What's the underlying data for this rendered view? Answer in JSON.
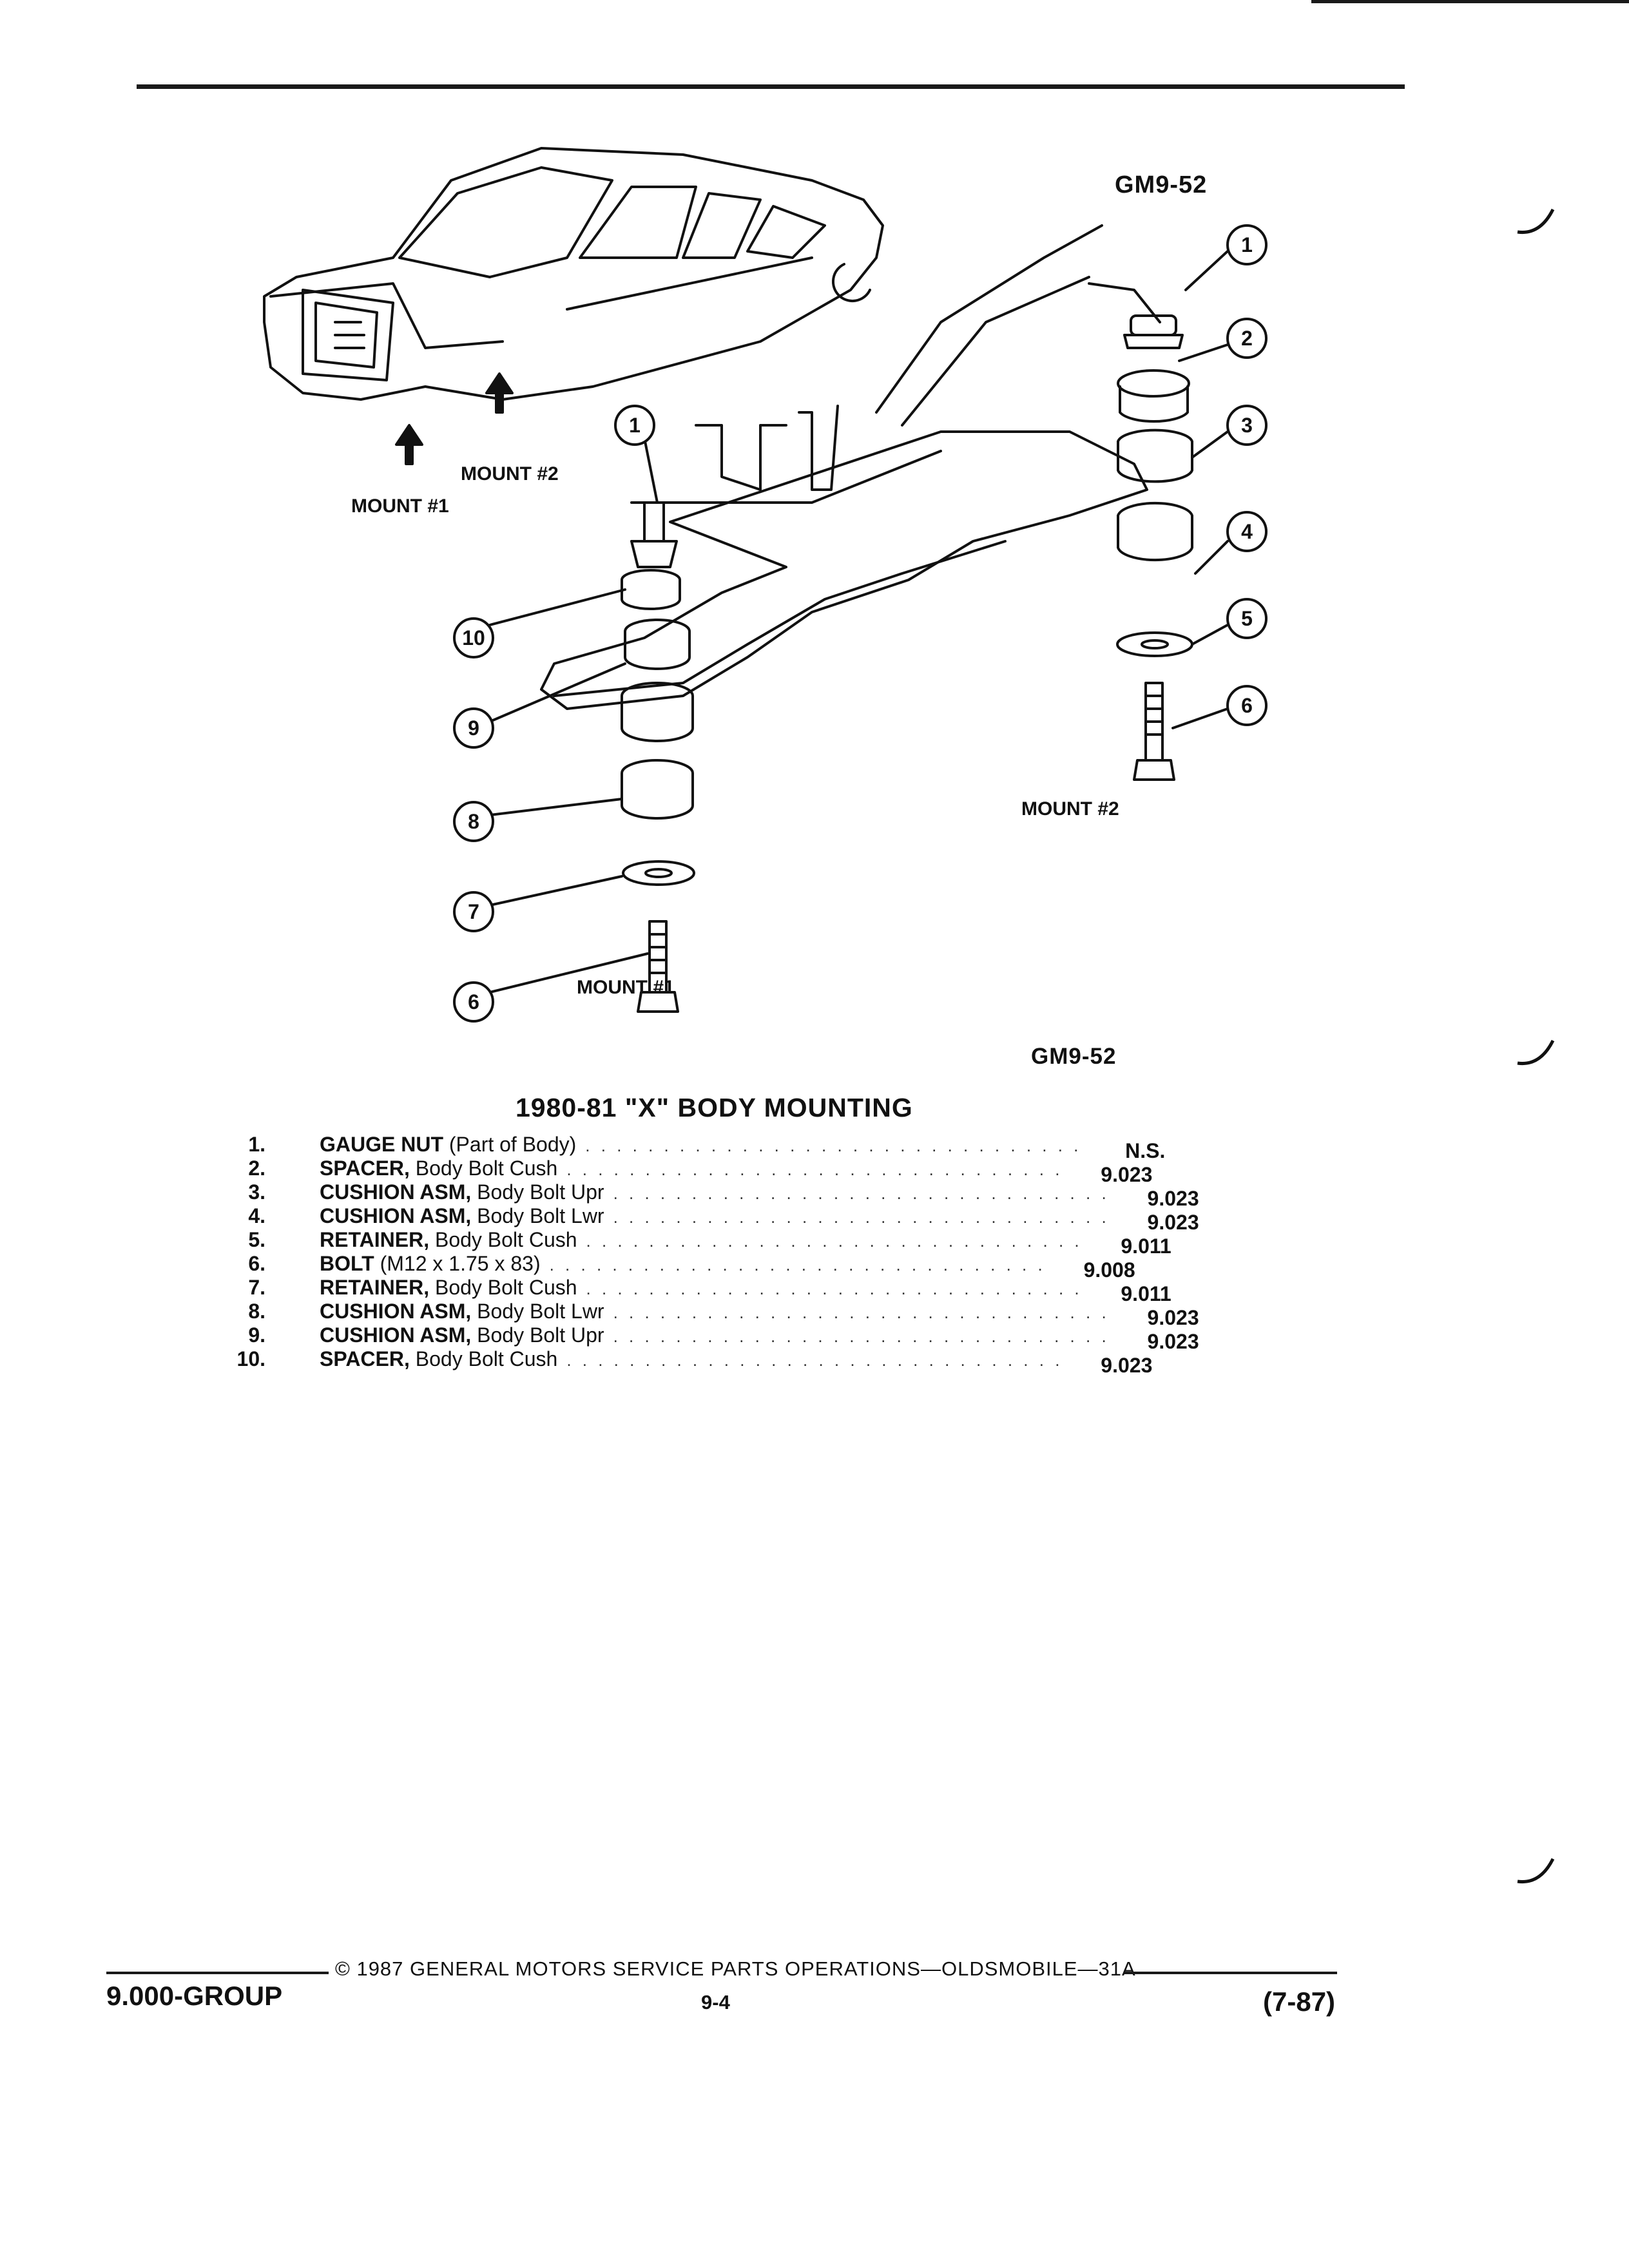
{
  "figure": {
    "code_top": "GM9-52",
    "code_bottom": "GM9-52",
    "labels": {
      "mount_1_overview": "MOUNT #1",
      "mount_2_overview": "MOUNT #2",
      "mount_1_exploded": "MOUNT #1",
      "mount_2_exploded": "MOUNT #2"
    },
    "callouts": [
      "1",
      "2",
      "3",
      "4",
      "5",
      "6",
      "1",
      "10",
      "9",
      "8",
      "7",
      "6"
    ]
  },
  "section": {
    "title": "1980-81 \"X\" BODY MOUNTING"
  },
  "parts": [
    {
      "no": "1.",
      "name": "GAUGE NUT",
      "detail": "(Part of Body)",
      "group": "N.S."
    },
    {
      "no": "2.",
      "name": "SPACER,",
      "detail": "Body Bolt Cush",
      "group": "9.023"
    },
    {
      "no": "3.",
      "name": "CUSHION ASM,",
      "detail": "Body Bolt Upr",
      "group": "9.023"
    },
    {
      "no": "4.",
      "name": "CUSHION ASM,",
      "detail": "Body Bolt Lwr",
      "group": "9.023"
    },
    {
      "no": "5.",
      "name": "RETAINER,",
      "detail": "Body Bolt Cush",
      "group": "9.011"
    },
    {
      "no": "6.",
      "name": "BOLT",
      "detail": "(M12 x 1.75 x 83)",
      "group": "9.008"
    },
    {
      "no": "7.",
      "name": "RETAINER,",
      "detail": "Body Bolt Cush",
      "group": "9.011"
    },
    {
      "no": "8.",
      "name": "CUSHION ASM,",
      "detail": "Body Bolt Lwr",
      "group": "9.023"
    },
    {
      "no": "9.",
      "name": "CUSHION ASM,",
      "detail": "Body Bolt Upr",
      "group": "9.023"
    },
    {
      "no": "10.",
      "name": "SPACER,",
      "detail": "Body Bolt Cush",
      "group": "9.023"
    }
  ],
  "footer": {
    "copyright": "© 1987 GENERAL MOTORS SERVICE PARTS OPERATIONS—OLDSMOBILE—31A",
    "group_label": "9.000-GROUP",
    "page": "9-4",
    "date_code": "(7-87)"
  }
}
